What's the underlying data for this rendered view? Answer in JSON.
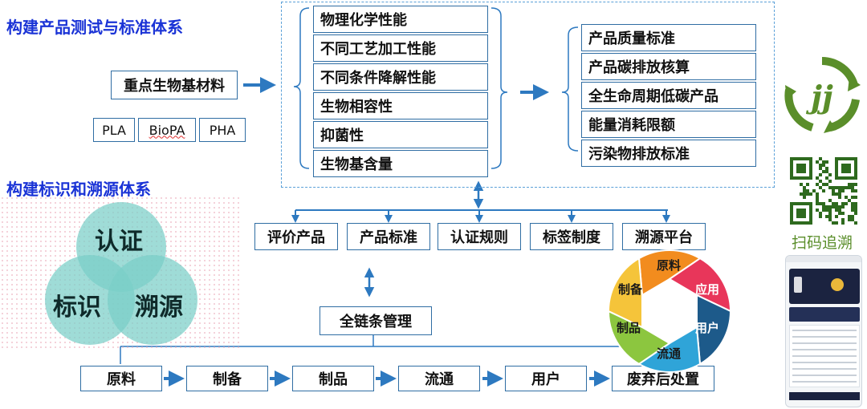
{
  "titles": {
    "product_system": "构建产品测试与标准体系",
    "trace_system": "构建标识和溯源体系"
  },
  "materials": {
    "main": "重点生物基材料",
    "types": [
      "PLA",
      "BioPA",
      "PHA"
    ]
  },
  "tests": [
    "物理化学性能",
    "不同工艺加工性能",
    "不同条件降解性能",
    "生物相容性",
    "抑菌性",
    "生物基含量"
  ],
  "standards": [
    "产品质量标准",
    "产品碳排放核算",
    "全生命周期低碳产品",
    "能量消耗限额",
    "污染物排放标准"
  ],
  "middle": [
    "评价产品",
    "产品标准",
    "认证规则",
    "标签制度",
    "溯源平台"
  ],
  "venn": {
    "top": "认证",
    "left": "标识",
    "right": "溯源"
  },
  "chain": {
    "manage": "全链条管理",
    "steps": [
      "原料",
      "制备",
      "制品",
      "流通",
      "用户",
      "废弃后处置"
    ]
  },
  "cycle": {
    "labels": [
      "原料",
      "应用",
      "用户",
      "流通",
      "制品",
      "制备"
    ],
    "colors": [
      "#f28c1e",
      "#e8365a",
      "#1d5a8a",
      "#2fa4d8",
      "#8cc63f",
      "#f5c43a"
    ]
  },
  "qr": {
    "label": "扫码追溯"
  }
}
